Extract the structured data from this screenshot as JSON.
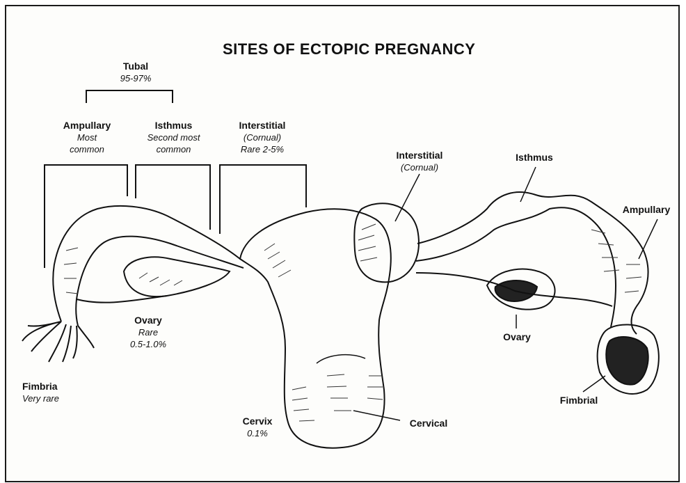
{
  "title": "SITES OF ECTOPIC PREGNANCY",
  "left_labels": {
    "tubal": {
      "name": "Tubal",
      "note": "95-97%"
    },
    "ampullary": {
      "name": "Ampullary",
      "note1": "Most",
      "note2": "common"
    },
    "isthmus": {
      "name": "Isthmus",
      "note1": "Second most",
      "note2": "common"
    },
    "interstitial": {
      "name": "Interstitial",
      "note1": "(Cornual)",
      "note2": "Rare 2-5%"
    },
    "ovary": {
      "name": "Ovary",
      "note1": "Rare",
      "note2": "0.5-1.0%"
    },
    "fimbria": {
      "name": "Fimbria",
      "note": "Very rare"
    },
    "cervix": {
      "name": "Cervix",
      "note": "0.1%"
    }
  },
  "right_labels": {
    "interstitial": {
      "name": "Interstitial",
      "note": "(Cornual)"
    },
    "isthmus": "Isthmus",
    "ampullary": "Ampullary",
    "ovary": "Ovary",
    "fimbrial": "Fimbrial",
    "cervical": "Cervical"
  }
}
